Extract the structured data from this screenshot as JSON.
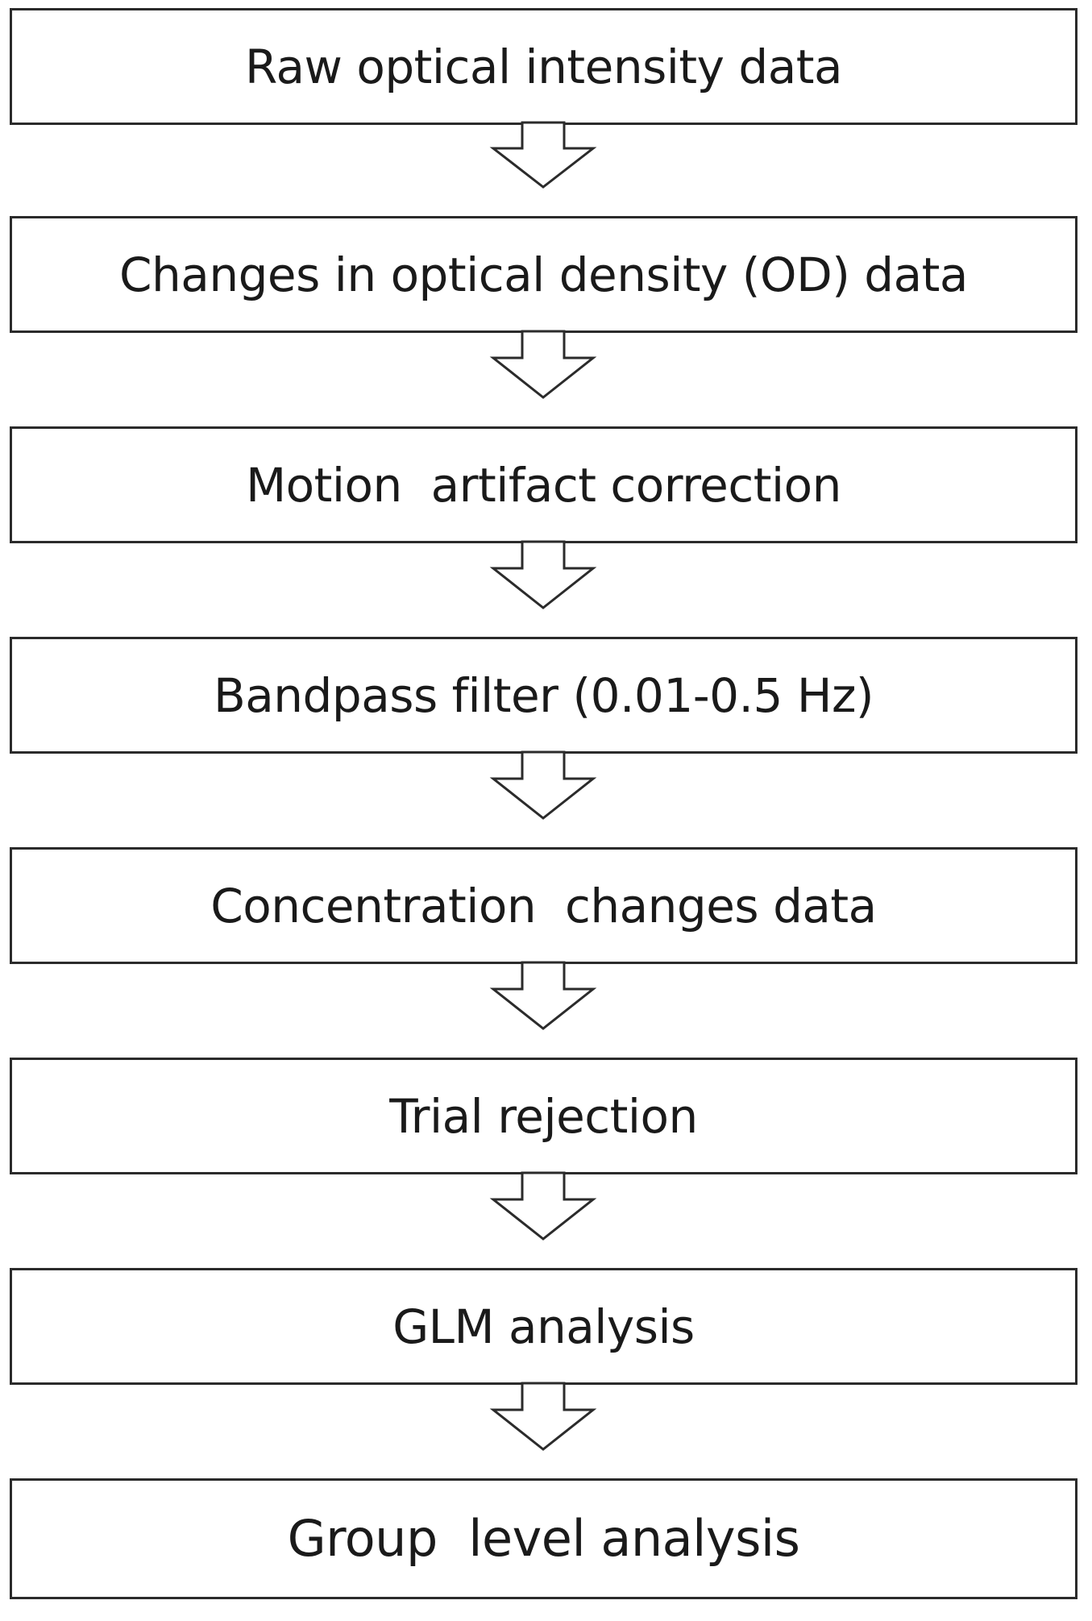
{
  "steps": [
    {
      "label": "Raw optical intensity data"
    },
    {
      "label": "Changes in optical density (OD) data"
    },
    {
      "label": "Motion  artifact correction"
    },
    {
      "label": "Bandpass filter (0.01-0.5 Hz)"
    },
    {
      "label": "Concentration  changes data"
    },
    {
      "label": "Trial rejection"
    },
    {
      "label": "GLM analysis"
    },
    {
      "label": "Group  level analysis"
    }
  ],
  "colors": {
    "border": "#2b2b2b",
    "background": "#ffffff",
    "text": "#1a1a1a"
  },
  "connector_icon": "hollow-down-arrow-icon"
}
